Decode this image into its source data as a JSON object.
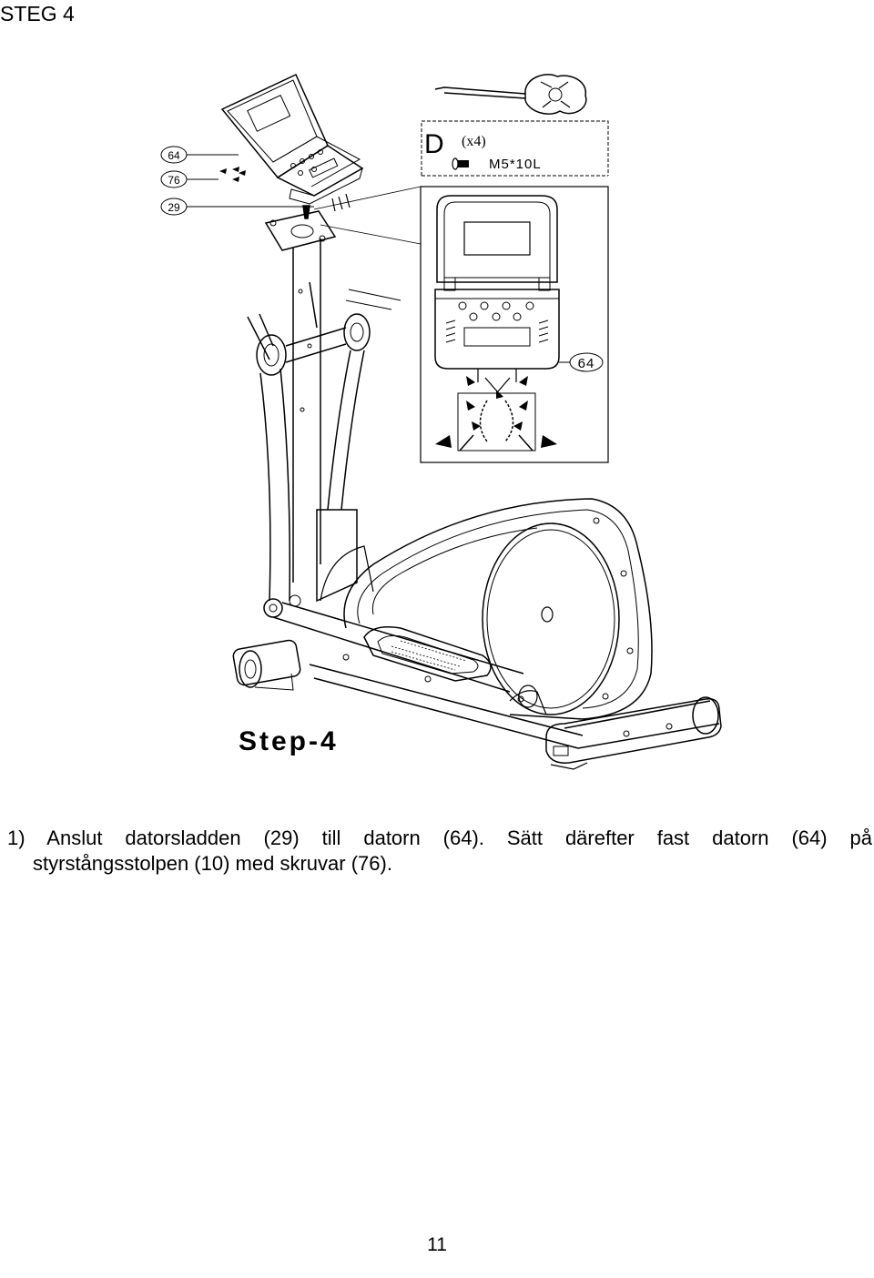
{
  "header": {
    "title": "STEG 4"
  },
  "callouts": {
    "part_64": "64",
    "part_76": "76",
    "part_29": "29",
    "detail_part": "64"
  },
  "hardware": {
    "letter": "D",
    "quantity": "(x4)",
    "spec": "M5*10L"
  },
  "step_heading": "Step-4",
  "instruction": {
    "line1": "1) Anslut datorsladden (29) till datorn (64). Sätt därefter fast datorn (64) på",
    "line2": "styrstångsstolpen (10) med skruvar (76)."
  },
  "footer": {
    "page_number": "11"
  }
}
